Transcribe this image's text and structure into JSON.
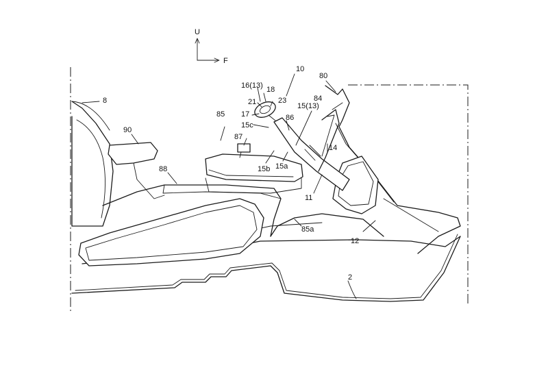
{
  "axes": {
    "up": "U",
    "front": "F"
  },
  "labels": [
    {
      "id": "l10",
      "text": "10"
    },
    {
      "id": "l80",
      "text": "80"
    },
    {
      "id": "l84",
      "text": "84"
    },
    {
      "id": "l8",
      "text": "8"
    },
    {
      "id": "l16",
      "text": "16(13)"
    },
    {
      "id": "l18",
      "text": "18"
    },
    {
      "id": "l21",
      "text": "21"
    },
    {
      "id": "l23",
      "text": "23"
    },
    {
      "id": "l17",
      "text": "17"
    },
    {
      "id": "l85",
      "text": "85"
    },
    {
      "id": "l15c",
      "text": "15c"
    },
    {
      "id": "l86",
      "text": "86"
    },
    {
      "id": "l15_13",
      "text": "15(13)"
    },
    {
      "id": "l90",
      "text": "90"
    },
    {
      "id": "l87",
      "text": "87"
    },
    {
      "id": "l14",
      "text": "14"
    },
    {
      "id": "l15b",
      "text": "15b"
    },
    {
      "id": "l15a",
      "text": "15a"
    },
    {
      "id": "l88",
      "text": "88"
    },
    {
      "id": "l11",
      "text": "11"
    },
    {
      "id": "l85a",
      "text": "85a"
    },
    {
      "id": "l12",
      "text": "12"
    },
    {
      "id": "l2",
      "text": "2"
    }
  ]
}
